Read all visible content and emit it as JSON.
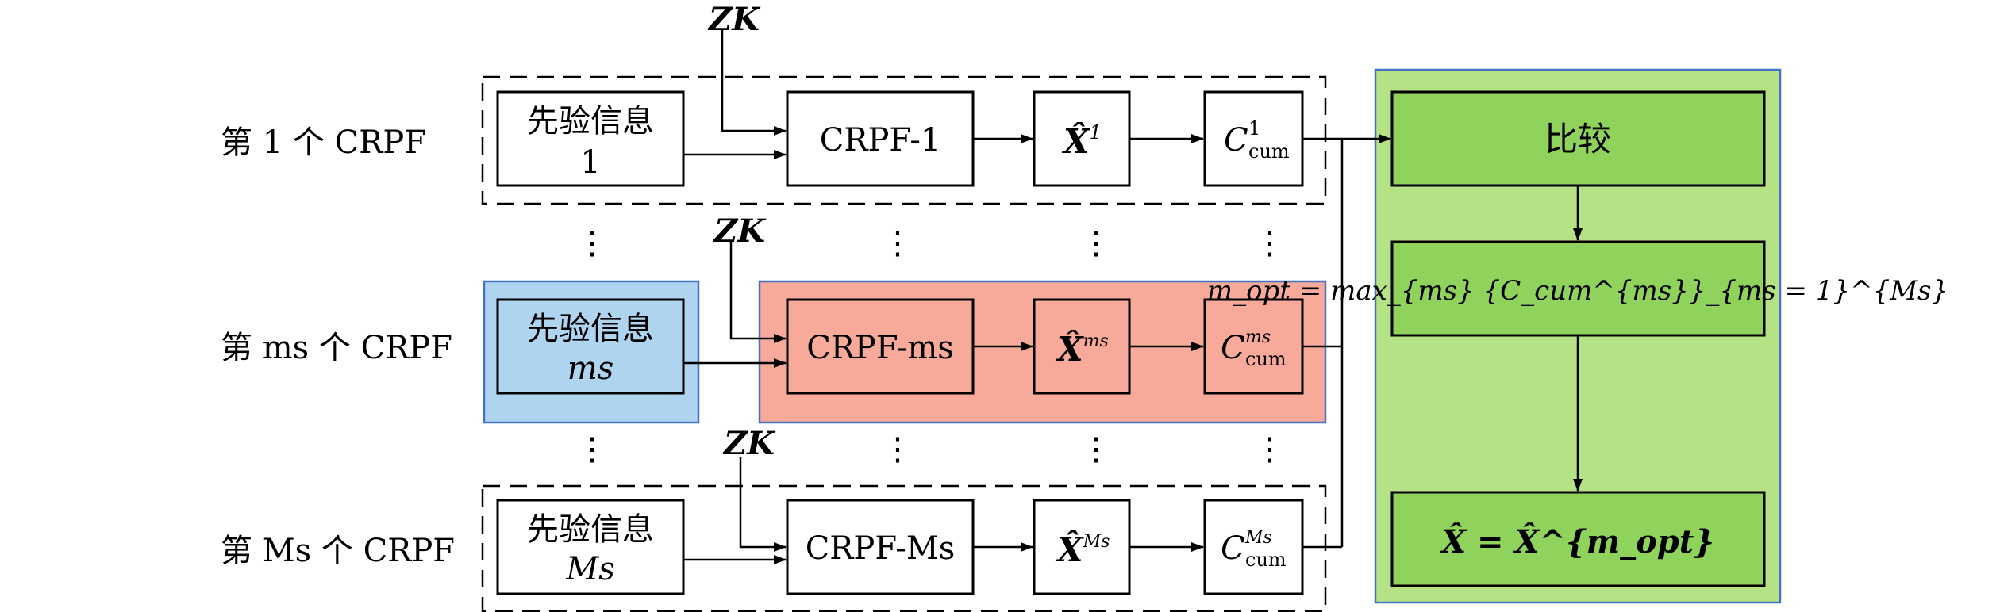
{
  "rows": [
    {
      "row_label": "第 1 个 CRPF",
      "prior_line1": "先验信息",
      "prior_line2": "1",
      "filter": "CRPF-1",
      "estimate_sup": "1",
      "cost_sup": "1"
    },
    {
      "row_label": "第 ms 个 CRPF",
      "prior_line1": "先验信息",
      "prior_line2": "ms",
      "filter": "CRPF-ms",
      "estimate_sup": "ms",
      "cost_sup": "ms"
    },
    {
      "row_label": "第 Ms 个 CRPF",
      "prior_line1": "先验信息",
      "prior_line2": "Ms",
      "filter": "CRPF-Ms",
      "estimate_sup": "Ms",
      "cost_sup": "Ms"
    }
  ],
  "observation_label": "ZK",
  "ellipsis": "⋮",
  "cost_symbol": "C",
  "cost_sub": "cum",
  "estimate_symbol": "X̂",
  "compare": {
    "label": "比较",
    "selection_formula": "m_opt = max_{ms} {C_cum^{ms}}_{ms = 1}^{Ms}",
    "output_formula": "X̂ = X̂^{m_opt}"
  },
  "colors": {
    "highlight_prior": "#aed4f0",
    "highlight_chain": "#f7a99a",
    "compare_panel": "#b5e285",
    "compare_box": "#8fd25c",
    "border_blue": "#4472c4"
  }
}
